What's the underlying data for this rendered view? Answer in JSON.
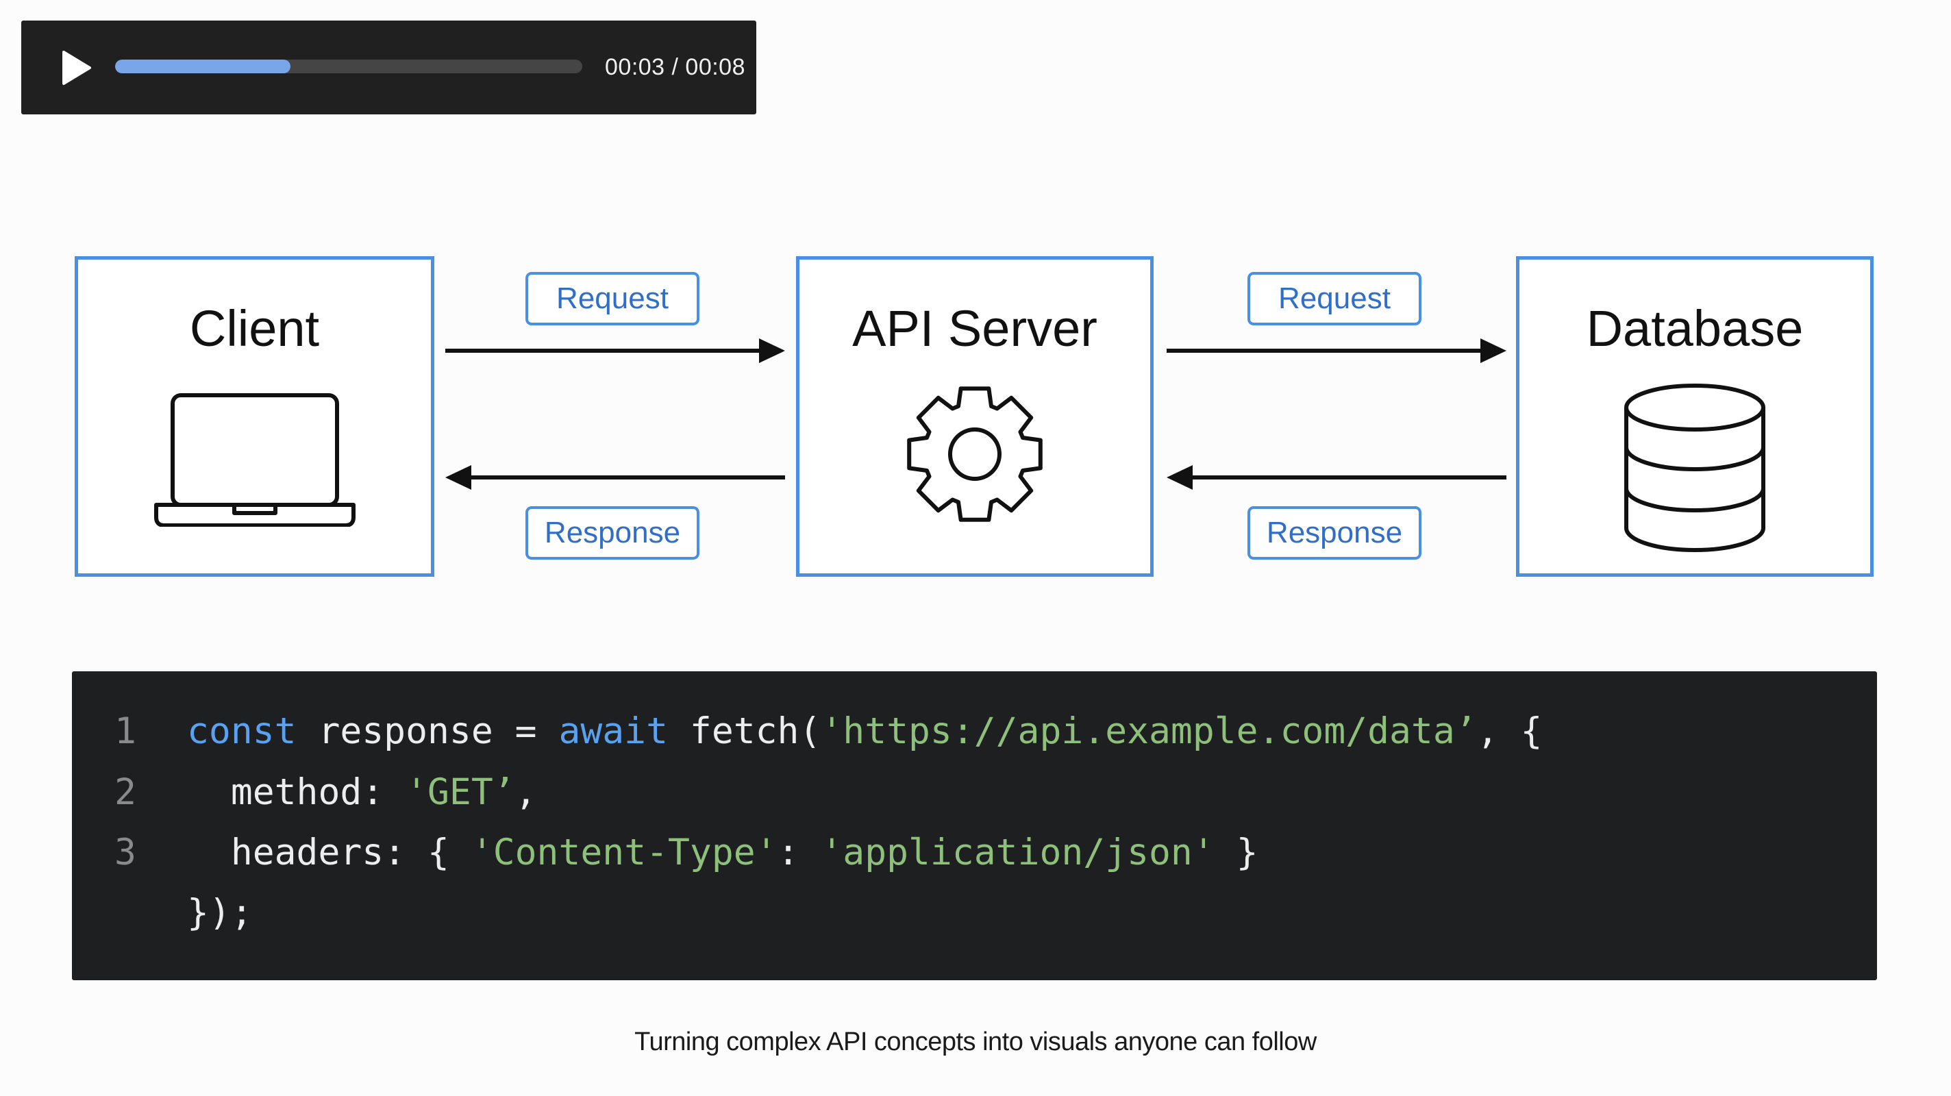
{
  "player": {
    "play_icon": "play-icon",
    "progress_fraction": 0.375,
    "time_readout": "00:03 / 00:08",
    "accent_color": "#78a6e8"
  },
  "diagram": {
    "nodes": [
      {
        "title": "Client",
        "icon": "laptop-icon"
      },
      {
        "title": "API Server",
        "icon": "gear-icon"
      },
      {
        "title": "Database",
        "icon": "database-icon"
      }
    ],
    "edges": [
      {
        "label": "Request",
        "direction": "right"
      },
      {
        "label": "Response",
        "direction": "left"
      },
      {
        "label": "Request",
        "direction": "right"
      },
      {
        "label": "Response",
        "direction": "left"
      }
    ],
    "border_color": "#4a90e2"
  },
  "code": {
    "lines": [
      {
        "num": "1",
        "tokens": [
          {
            "t": "kw",
            "v": "const"
          },
          {
            "t": "plain",
            "v": " response = "
          },
          {
            "t": "kw",
            "v": "await"
          },
          {
            "t": "plain",
            "v": " fetch("
          },
          {
            "t": "str",
            "v": "'https://api.example.com/data’"
          },
          {
            "t": "plain",
            "v": ", {"
          }
        ]
      },
      {
        "num": "2",
        "tokens": [
          {
            "t": "plain",
            "v": "  method: "
          },
          {
            "t": "str",
            "v": "'GET’"
          },
          {
            "t": "plain",
            "v": ","
          }
        ]
      },
      {
        "num": "3",
        "tokens": [
          {
            "t": "plain",
            "v": "  headers: { "
          },
          {
            "t": "str",
            "v": "'Content-Type'"
          },
          {
            "t": "plain",
            "v": ": "
          },
          {
            "t": "str",
            "v": "'application/json'"
          },
          {
            "t": "plain",
            "v": " }"
          }
        ]
      },
      {
        "num": "",
        "tokens": [
          {
            "t": "plain",
            "v": "});"
          }
        ]
      }
    ],
    "keyword_color": "#5aa1ef",
    "string_color": "#8ec07c"
  },
  "caption": "Turning complex API concepts into visuals anyone can follow"
}
